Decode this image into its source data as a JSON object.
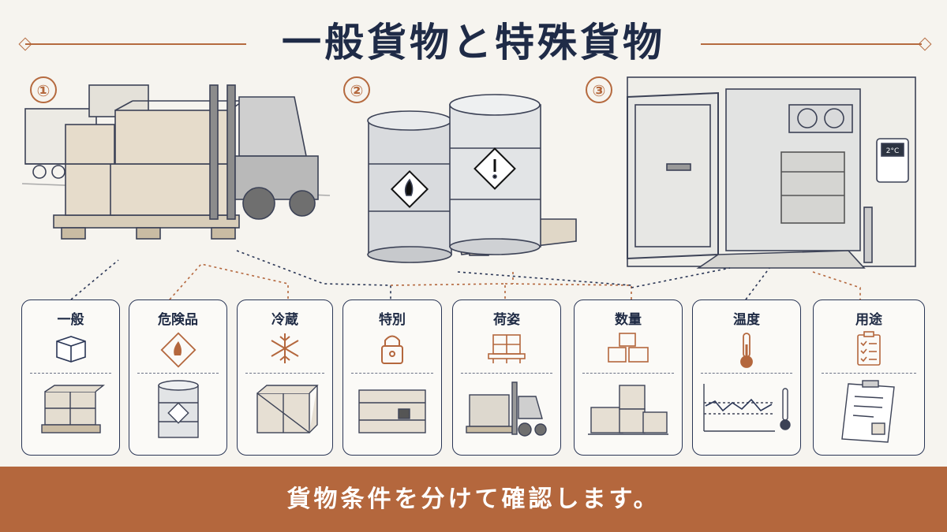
{
  "title": "一般貨物と特殊貨物",
  "scenes": [
    {
      "number": "①",
      "icons": [
        "pallet-icon",
        "forklift-icon",
        "truck-icon"
      ]
    },
    {
      "number": "②",
      "icons": [
        "drum-icon",
        "flammable-icon",
        "warning-icon"
      ]
    },
    {
      "number": "③",
      "icons": [
        "cold-storage-door-icon",
        "thermostat-icon"
      ],
      "thermostat_reading": "2°C"
    }
  ],
  "cards": [
    {
      "label": "一般",
      "icon": "box-icon",
      "illustration": "pallet-boxes-icon"
    },
    {
      "label": "危険品",
      "icon": "flammable-diamond-icon",
      "illustration": "hazard-drum-icon"
    },
    {
      "label": "冷蔵",
      "icon": "snowflake-icon",
      "illustration": "crate-icon"
    },
    {
      "label": "特別",
      "icon": "lock-icon",
      "illustration": "locked-crate-icon"
    },
    {
      "label": "荷姿",
      "icon": "pallet-icon",
      "illustration": "forklift-pallet-icon"
    },
    {
      "label": "数量",
      "icon": "boxes-icon",
      "illustration": "box-stacks-icon"
    },
    {
      "label": "温度",
      "icon": "thermometer-icon",
      "illustration": "temperature-graph-icon"
    },
    {
      "label": "用途",
      "icon": "checklist-icon",
      "illustration": "clipboard-icon"
    }
  ],
  "colors": {
    "navy": "#1f2b47",
    "accent": "#b4673d",
    "background": "#f6f4ef"
  },
  "footer": "貨物条件を分けて確認します。"
}
